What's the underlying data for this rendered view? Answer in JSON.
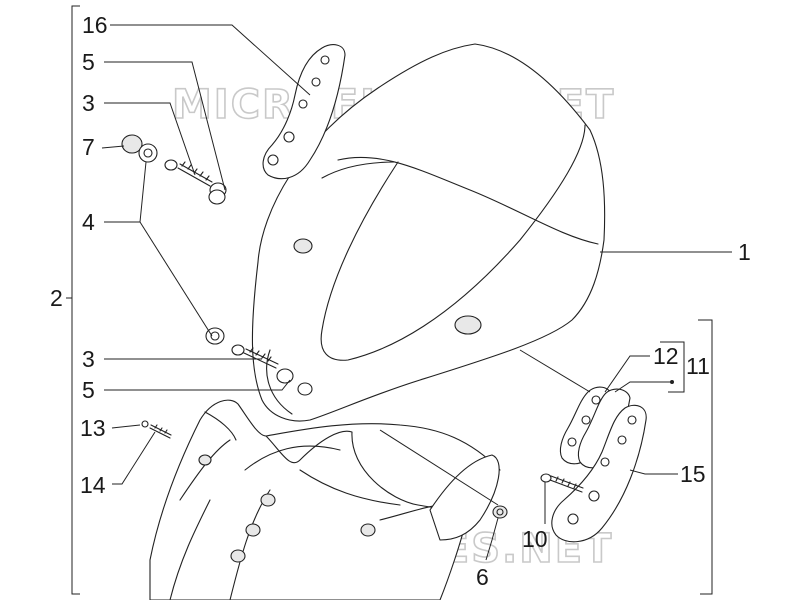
{
  "watermark": "MICROFICHES.NET",
  "callouts": {
    "c16": "16",
    "c5a": "5",
    "c3a": "3",
    "c7": "7",
    "c4": "4",
    "c2": "2",
    "c3b": "3",
    "c5b": "5",
    "c13": "13",
    "c14": "14",
    "c1": "1",
    "c12": "12",
    "c11": "11",
    "c15": "15",
    "c10": "10",
    "c6": "6"
  }
}
